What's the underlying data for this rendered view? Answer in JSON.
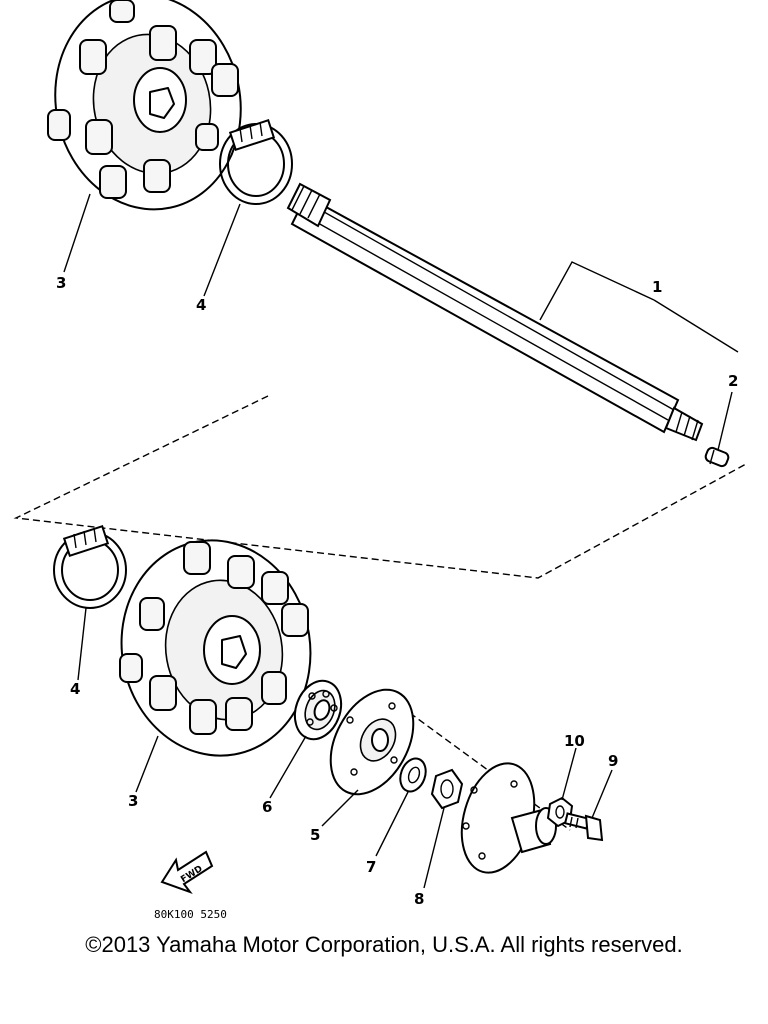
{
  "diagram": {
    "callouts": {
      "c1": "1",
      "c2": "2",
      "c3_top": "3",
      "c4_top": "4",
      "c4_bottom": "4",
      "c3_bottom": "3",
      "c5": "5",
      "c6": "6",
      "c7": "7",
      "c8": "8",
      "c9": "9",
      "c10": "10"
    },
    "fwd_label": "FWD",
    "diagram_code": "80K100 5250"
  },
  "footer": {
    "copyright": "©2013 Yamaha Motor Corporation, U.S.A. All rights reserved."
  }
}
